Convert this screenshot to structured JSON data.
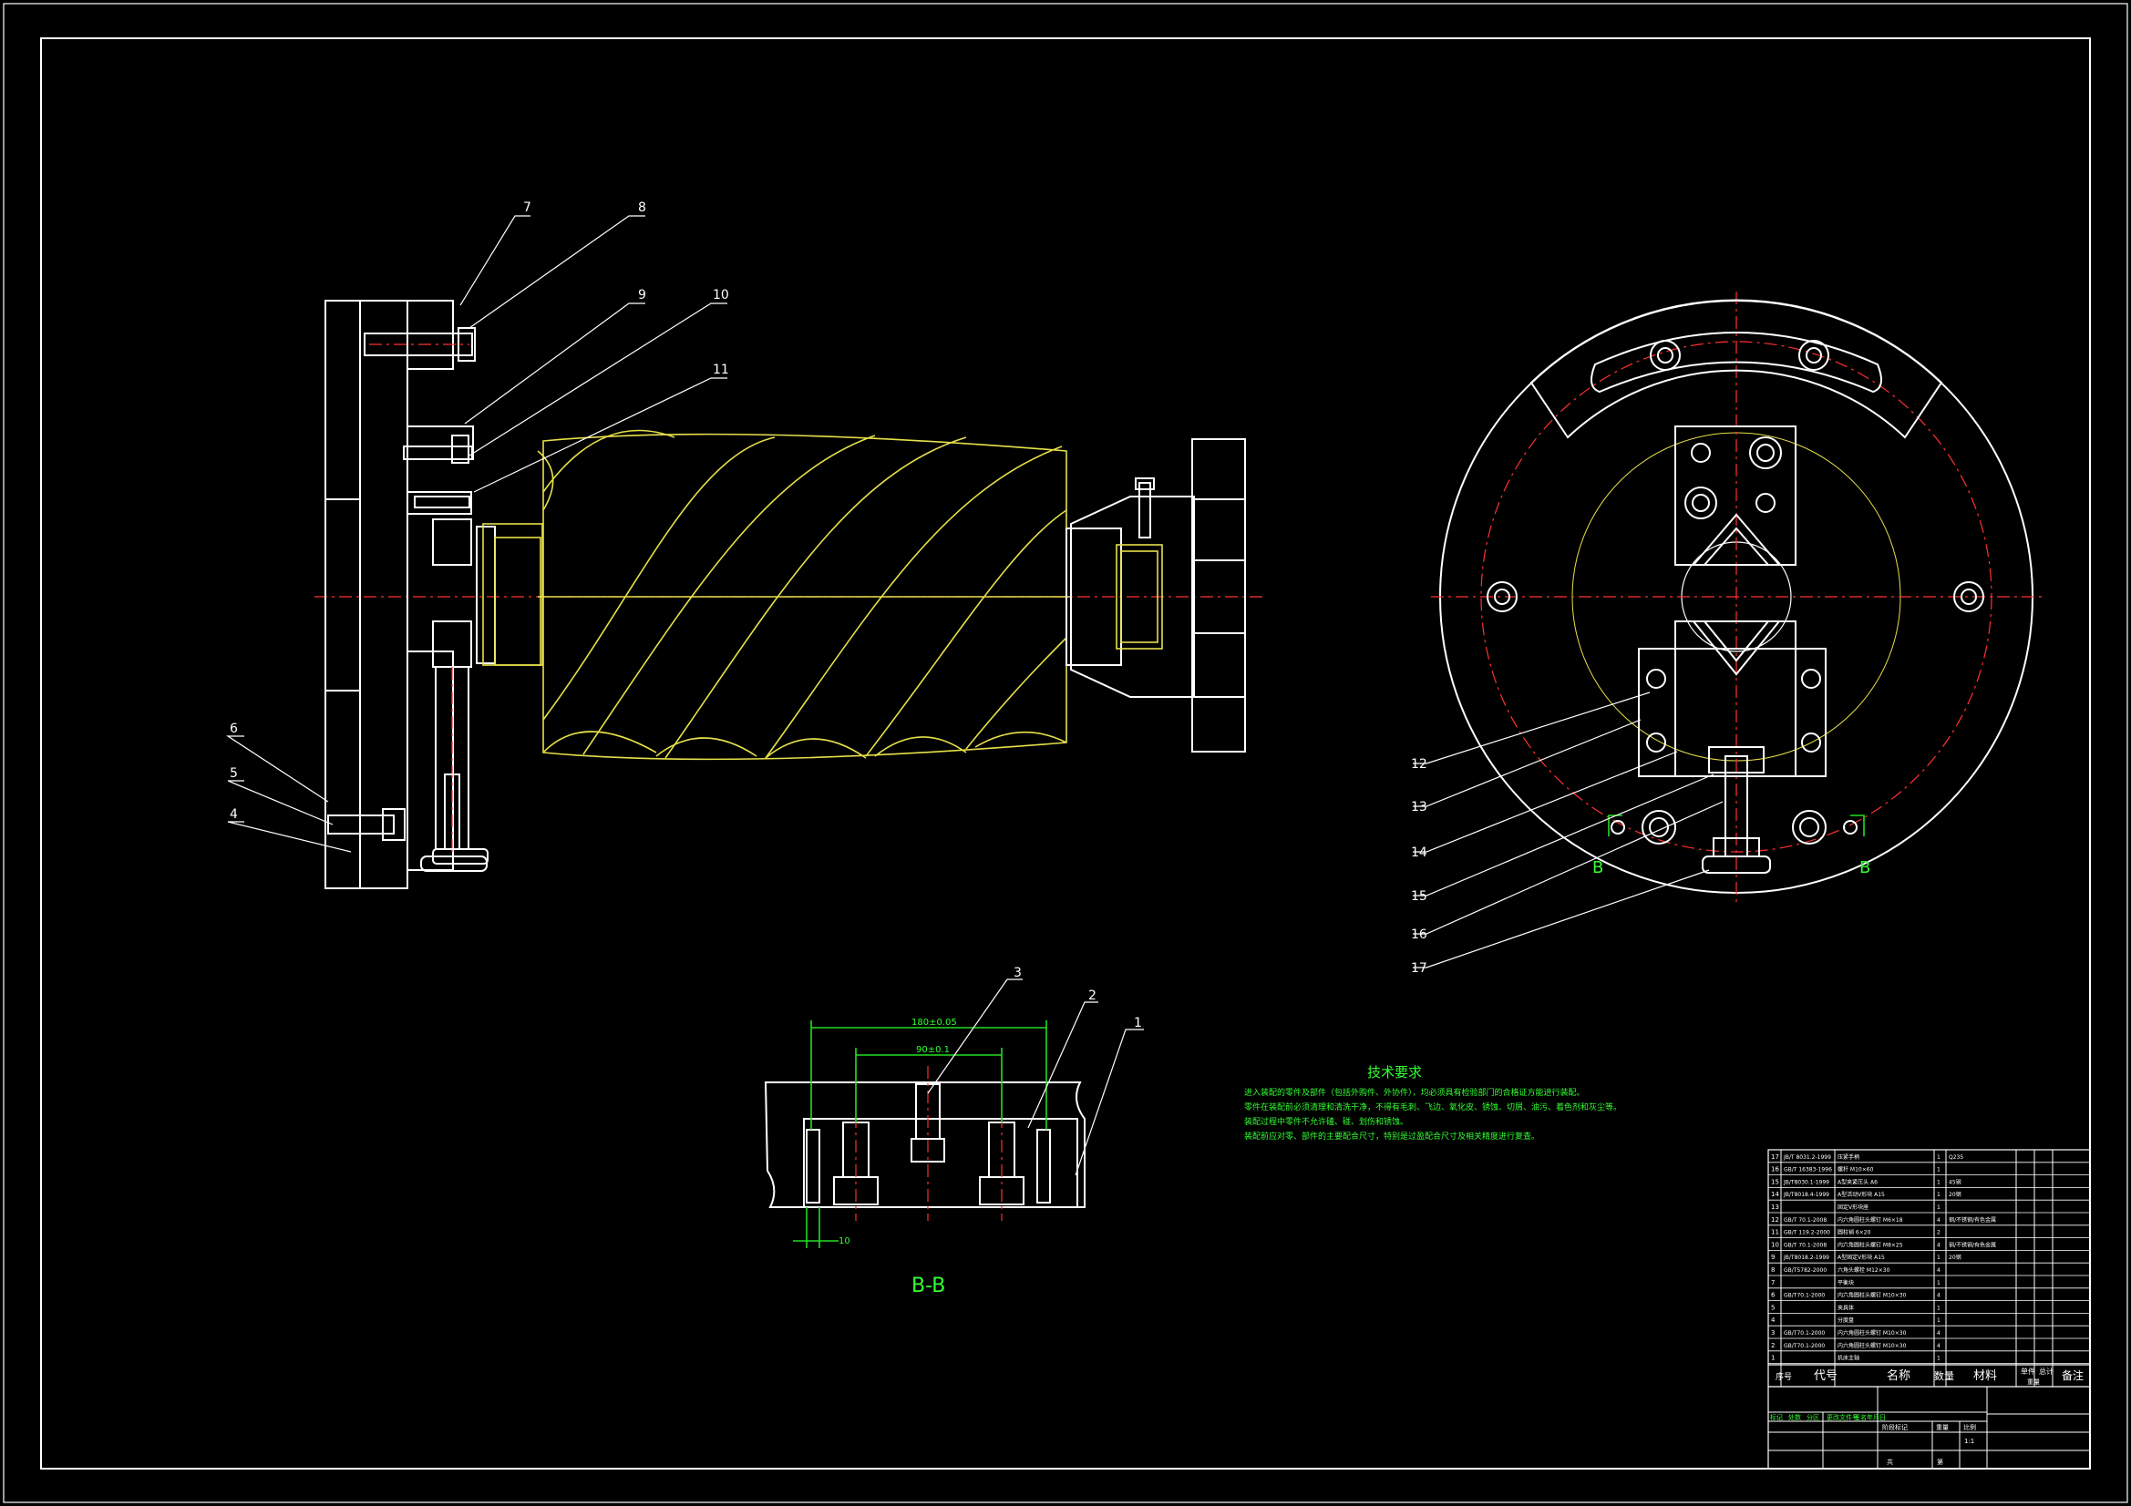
{
  "balloons": {
    "b1": "1",
    "b2": "2",
    "b3": "3",
    "b4": "4",
    "b5": "5",
    "b6": "6",
    "b7": "7",
    "b8": "8",
    "b9": "9",
    "b10": "10",
    "b11": "11",
    "b12": "12",
    "b13": "13",
    "b14": "14",
    "b15": "15",
    "b16": "16",
    "b17": "17"
  },
  "section": {
    "title": "B-B",
    "mark_left": "B",
    "mark_right": "B",
    "dim_outer": "180±0.05",
    "dim_inner": "90±0.1",
    "dim_small": "10"
  },
  "tech_requirements": {
    "title": "技术要求",
    "lines": [
      "进入装配的零件及部件（包括外购件、外协件），均必须具有检验部门的合格证方能进行装配。",
      "零件在装配前必须清理和清洗干净，不得有毛刺、飞边、氧化皮、锈蚀、切屑、油污、着色剂和灰尘等。",
      "装配过程中零件不允许磕、碰、划伤和锈蚀。",
      "装配前应对零、部件的主要配合尺寸，特别是过盈配合尺寸及相关精度进行复查。"
    ]
  },
  "bom": {
    "header": {
      "code": "代号",
      "name": "名称",
      "qty": "数量",
      "material": "材料",
      "unit_weight": "单件",
      "total_weight": "总计",
      "weight": "重量",
      "remark": "备注"
    },
    "rows": [
      {
        "no": "17",
        "code": "JB/T 8031.2-1999",
        "name": "压紧手柄",
        "qty": "1",
        "material": "Q235",
        "remark": ""
      },
      {
        "no": "16",
        "code": "GB/T 16383-1996",
        "name": "螺杆 M10×60",
        "qty": "1",
        "material": "",
        "remark": ""
      },
      {
        "no": "15",
        "code": "JB/T8030.1-1999",
        "name": "A型夹紧压头 A6",
        "qty": "1",
        "material": "45钢",
        "remark": ""
      },
      {
        "no": "14",
        "code": "JB/T8018.4-1999",
        "name": "A型活动V形块 A15",
        "qty": "1",
        "material": "20钢",
        "remark": ""
      },
      {
        "no": "13",
        "code": "",
        "name": "固定V形块座",
        "qty": "1",
        "material": "",
        "remark": ""
      },
      {
        "no": "12",
        "code": "GB/T 70.1-2008",
        "name": "内六角圆柱头螺钉 M6×18",
        "qty": "4",
        "material": "钢/不锈钢/有色金属",
        "remark": ""
      },
      {
        "no": "11",
        "code": "GB/T 119.2-2000",
        "name": "圆柱销 6×20",
        "qty": "2",
        "material": "",
        "remark": ""
      },
      {
        "no": "10",
        "code": "GB/T 70.1-2008",
        "name": "内六角圆柱头螺钉 M8×25",
        "qty": "4",
        "material": "钢/不锈钢/有色金属",
        "remark": ""
      },
      {
        "no": "9",
        "code": "JB/T8018.2-1999",
        "name": "A型固定V形块 A15",
        "qty": "1",
        "material": "20钢",
        "remark": ""
      },
      {
        "no": "8",
        "code": "GB/T5782-2000",
        "name": "六角头螺栓 M12×30",
        "qty": "4",
        "material": "",
        "remark": ""
      },
      {
        "no": "7",
        "code": "",
        "name": "平衡块",
        "qty": "1",
        "material": "",
        "remark": ""
      },
      {
        "no": "6",
        "code": "GB/T70.1-2000",
        "name": "内六角圆柱头螺钉 M10×30",
        "qty": "4",
        "material": "",
        "remark": ""
      },
      {
        "no": "5",
        "code": "",
        "name": "夹具体",
        "qty": "1",
        "material": "",
        "remark": ""
      },
      {
        "no": "4",
        "code": "",
        "name": "分度盘",
        "qty": "1",
        "material": "",
        "remark": ""
      },
      {
        "no": "3",
        "code": "GB/T70.1-2000",
        "name": "内六角圆柱头螺钉 M10×30",
        "qty": "4",
        "material": "",
        "remark": ""
      },
      {
        "no": "2",
        "code": "GB/T70.1-2000",
        "name": "内六角圆柱头螺钉 M10×30",
        "qty": "4",
        "material": "",
        "remark": ""
      },
      {
        "no": "1",
        "code": "",
        "name": "机床主轴",
        "qty": "1",
        "material": "",
        "remark": ""
      }
    ]
  },
  "title_block": {
    "marks": "标记",
    "count": "处数",
    "zone": "分区",
    "change_doc": "更改文件号",
    "sign": "签名",
    "date": "年月日",
    "stage_mark": "阶段标记",
    "weight": "重量",
    "scale": "比例",
    "scale_value": "1:1",
    "sheet": "共",
    "page": "第"
  },
  "colors": {
    "background": "#000000",
    "outline": "#ffffff",
    "workpiece": "#e6e04a",
    "centerline": "#ff3030",
    "dimension": "#22dd22"
  }
}
